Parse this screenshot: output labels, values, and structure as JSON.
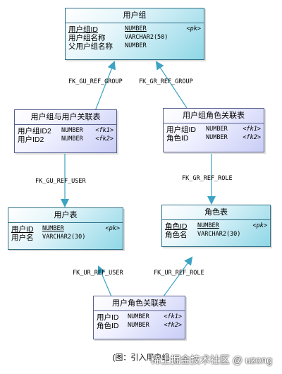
{
  "entities": {
    "user_group": {
      "title": "用户组",
      "rows": [
        {
          "name": "用户组ID",
          "type": "NUMBER",
          "key": "<pk>",
          "pk": true
        },
        {
          "name": "用户组名称",
          "type": "VARCHAR2(50)",
          "key": ""
        },
        {
          "name": "父用户组名称",
          "type": "NUMBER",
          "key": ""
        }
      ]
    },
    "user_group_user": {
      "title": "用户组与用户关联表",
      "rows": [
        {
          "name": "用户组ID2",
          "type": "NUMBER",
          "key": "<fk1>"
        },
        {
          "name": "用户ID2",
          "type": "NUMBER",
          "key": "<fk2>"
        }
      ]
    },
    "user_group_role": {
      "title": "用户组角色关联表",
      "rows": [
        {
          "name": "用户组ID",
          "type": "NUMBER",
          "key": "<fk1>"
        },
        {
          "name": "角色ID",
          "type": "NUMBER",
          "key": "<fk2>"
        }
      ]
    },
    "user": {
      "title": "用户表",
      "rows": [
        {
          "name": "用户ID",
          "type": "NUMBER",
          "key": "<pk>",
          "pk": true
        },
        {
          "name": "用户名",
          "type": "VARCHAR2(30)",
          "key": ""
        }
      ]
    },
    "role": {
      "title": "角色表",
      "rows": [
        {
          "name": "角色ID",
          "type": "NUMBER",
          "key": "<pk>",
          "pk": true
        },
        {
          "name": "角色名",
          "type": "VARCHAR2(30)",
          "key": ""
        }
      ]
    },
    "user_role": {
      "title": "用户角色关联表",
      "rows": [
        {
          "name": "用户ID",
          "type": "NUMBER",
          "key": "<fk1>"
        },
        {
          "name": "角色ID",
          "type": "NUMBER",
          "key": "<fk2>"
        }
      ]
    }
  },
  "relationships": {
    "fk_gu_ref_group": "FK_GU_REF_GROUP",
    "fk_gr_ref_group": "FK_GR_REF_GROUP",
    "fk_gu_ref_user": "FK_GU_REF_USER",
    "fk_gr_ref_role": "FK_GR_REF_ROLE",
    "fk_ur_ref_user": "FK_UR_REF_USER",
    "fk_ur_ref_role": "FK_UR_REF_ROLE"
  },
  "caption": "(图：引入用户组",
  "watermark": "稀土掘金技术社区 @ uzong",
  "colors": {
    "entity_border": "#2e6f86",
    "entity_fill": "#8fd7e6",
    "link_fill": "#c9cdf6",
    "line": "#3ca3c4"
  }
}
